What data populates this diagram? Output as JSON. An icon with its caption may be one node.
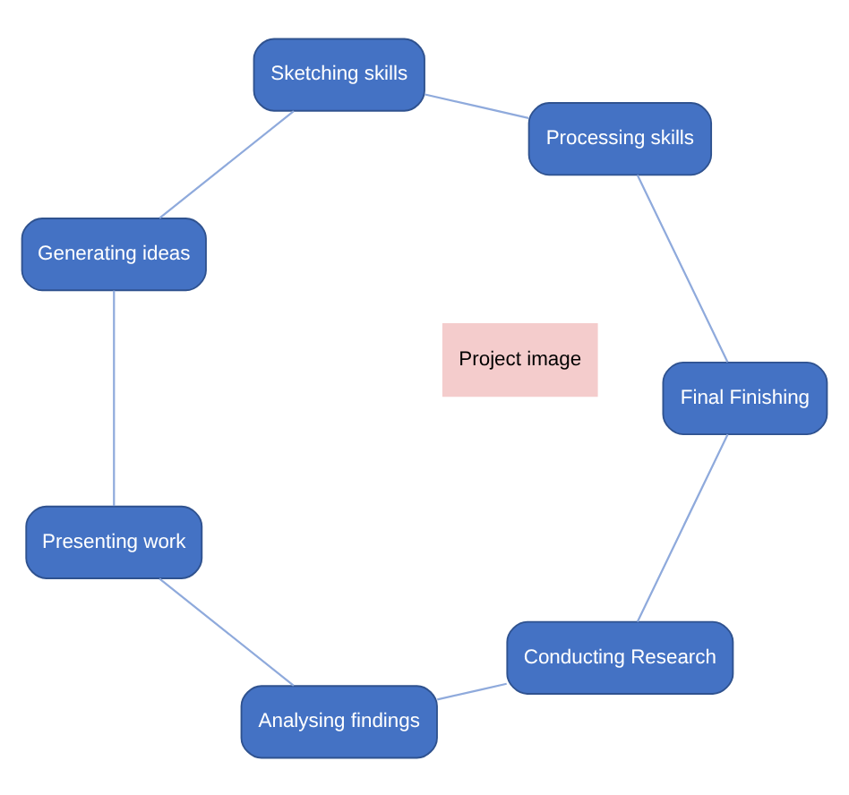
{
  "diagram": {
    "nodes": [
      {
        "text": [
          "Conducting Research"
        ]
      },
      {
        "text": [
          "Analysing findings"
        ]
      },
      {
        "text": [
          "Presenting work"
        ]
      },
      {
        "text": [
          "Generating ideas"
        ]
      },
      {
        "text": [
          "Sketching skills"
        ]
      },
      {
        "text": [
          "Processing skills"
        ]
      },
      {
        "text": [
          "Final Finishing"
        ]
      },
      {
        "text": [
          "Project image"
        ]
      }
    ],
    "edges": [
      {
        "from": 0,
        "to": 1,
        "arrow": "none"
      },
      {
        "from": 1,
        "to": 2,
        "arrow": "none"
      },
      {
        "from": 2,
        "to": 3,
        "arrow": "none"
      },
      {
        "from": 3,
        "to": 4,
        "arrow": "none"
      },
      {
        "from": 4,
        "to": 5,
        "arrow": "none"
      },
      {
        "from": 5,
        "to": 6,
        "arrow": "none"
      },
      {
        "from": 6,
        "to": 0,
        "arrow": "none"
      }
    ]
  }
}
